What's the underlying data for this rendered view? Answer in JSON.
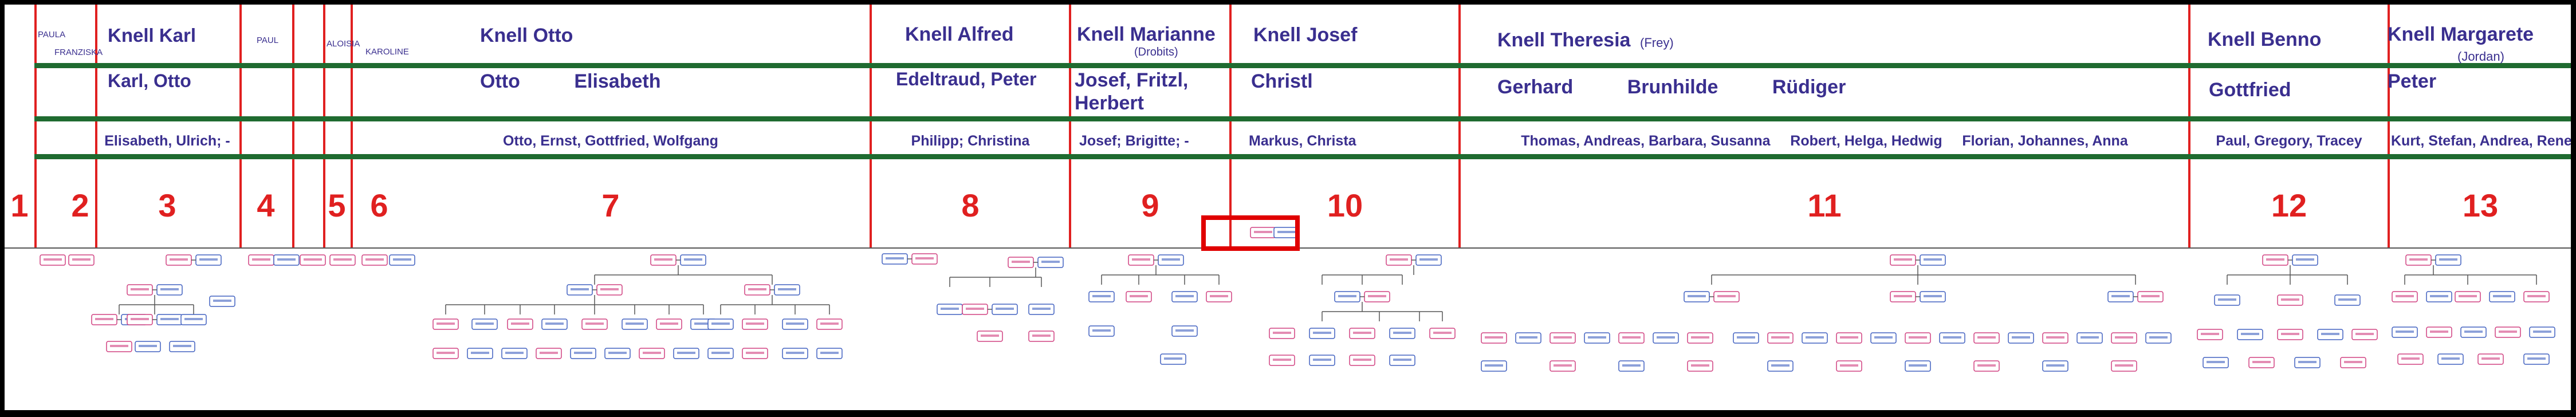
{
  "columns": [
    {
      "number": "1",
      "parent": "PAULA",
      "spouse": "",
      "children": "",
      "grandchildren": ""
    },
    {
      "number": "2",
      "parent": "FRANZISKA",
      "spouse": "",
      "children": "",
      "grandchildren": ""
    },
    {
      "number": "3",
      "parent": "Knell Karl",
      "spouse": "",
      "children": "Karl, Otto",
      "grandchildren": "Elisabeth, Ulrich; -"
    },
    {
      "number": "4",
      "parent": "PAUL",
      "spouse": "",
      "children": "",
      "grandchildren": ""
    },
    {
      "number": "5",
      "parent": "ALOISIA",
      "spouse": "",
      "children": "",
      "grandchildren": ""
    },
    {
      "number": "6",
      "parent": "KAROLINE",
      "spouse": "",
      "children": "",
      "grandchildren": ""
    },
    {
      "number": "7",
      "parent": "Knell Otto",
      "spouse": "",
      "children": "Otto          Elisabeth",
      "grandchildren": "Otto, Ernst, Gottfried, Wolfgang"
    },
    {
      "number": "8",
      "parent": "Knell Alfred",
      "spouse": "",
      "children": "Edeltraud, Peter",
      "grandchildren": "Philipp; Christina"
    },
    {
      "number": "9",
      "parent": "Knell Marianne",
      "spouse": "(Drobits)",
      "children": "Josef, Fritzl, Herbert",
      "grandchildren": "Josef; Brigitte; -"
    },
    {
      "number": "10",
      "parent": "Knell Josef",
      "spouse": "",
      "children": "Christl",
      "grandchildren": "Markus, Christa"
    },
    {
      "number": "11",
      "parent": "Knell Theresia",
      "spouse": "(Frey)",
      "children": "Gerhard          Brunhilde          Rüdiger",
      "grandchildren": "Thomas, Andreas, Barbara, Susanna     Robert, Helga, Hedwig     Florian, Johannes, Anna"
    },
    {
      "number": "12",
      "parent": "Knell Benno",
      "spouse": "",
      "children": "Gottfried",
      "grandchildren": "Paul, Gregory, Tracey"
    },
    {
      "number": "13",
      "parent": "Knell Margarete",
      "spouse": "(Jordan)",
      "children": "Peter",
      "grandchildren": "Kurt, Stefan, Andrea, Rene"
    }
  ],
  "colors": {
    "background": "#000000",
    "panel": "#ffffff",
    "divider_red": "#e02020",
    "band_green": "#1f6b30",
    "text_navy": "#3a2f8f",
    "node_female_border": "#d04080",
    "node_male_border": "#4060c0",
    "highlight_red": "#e00000"
  }
}
